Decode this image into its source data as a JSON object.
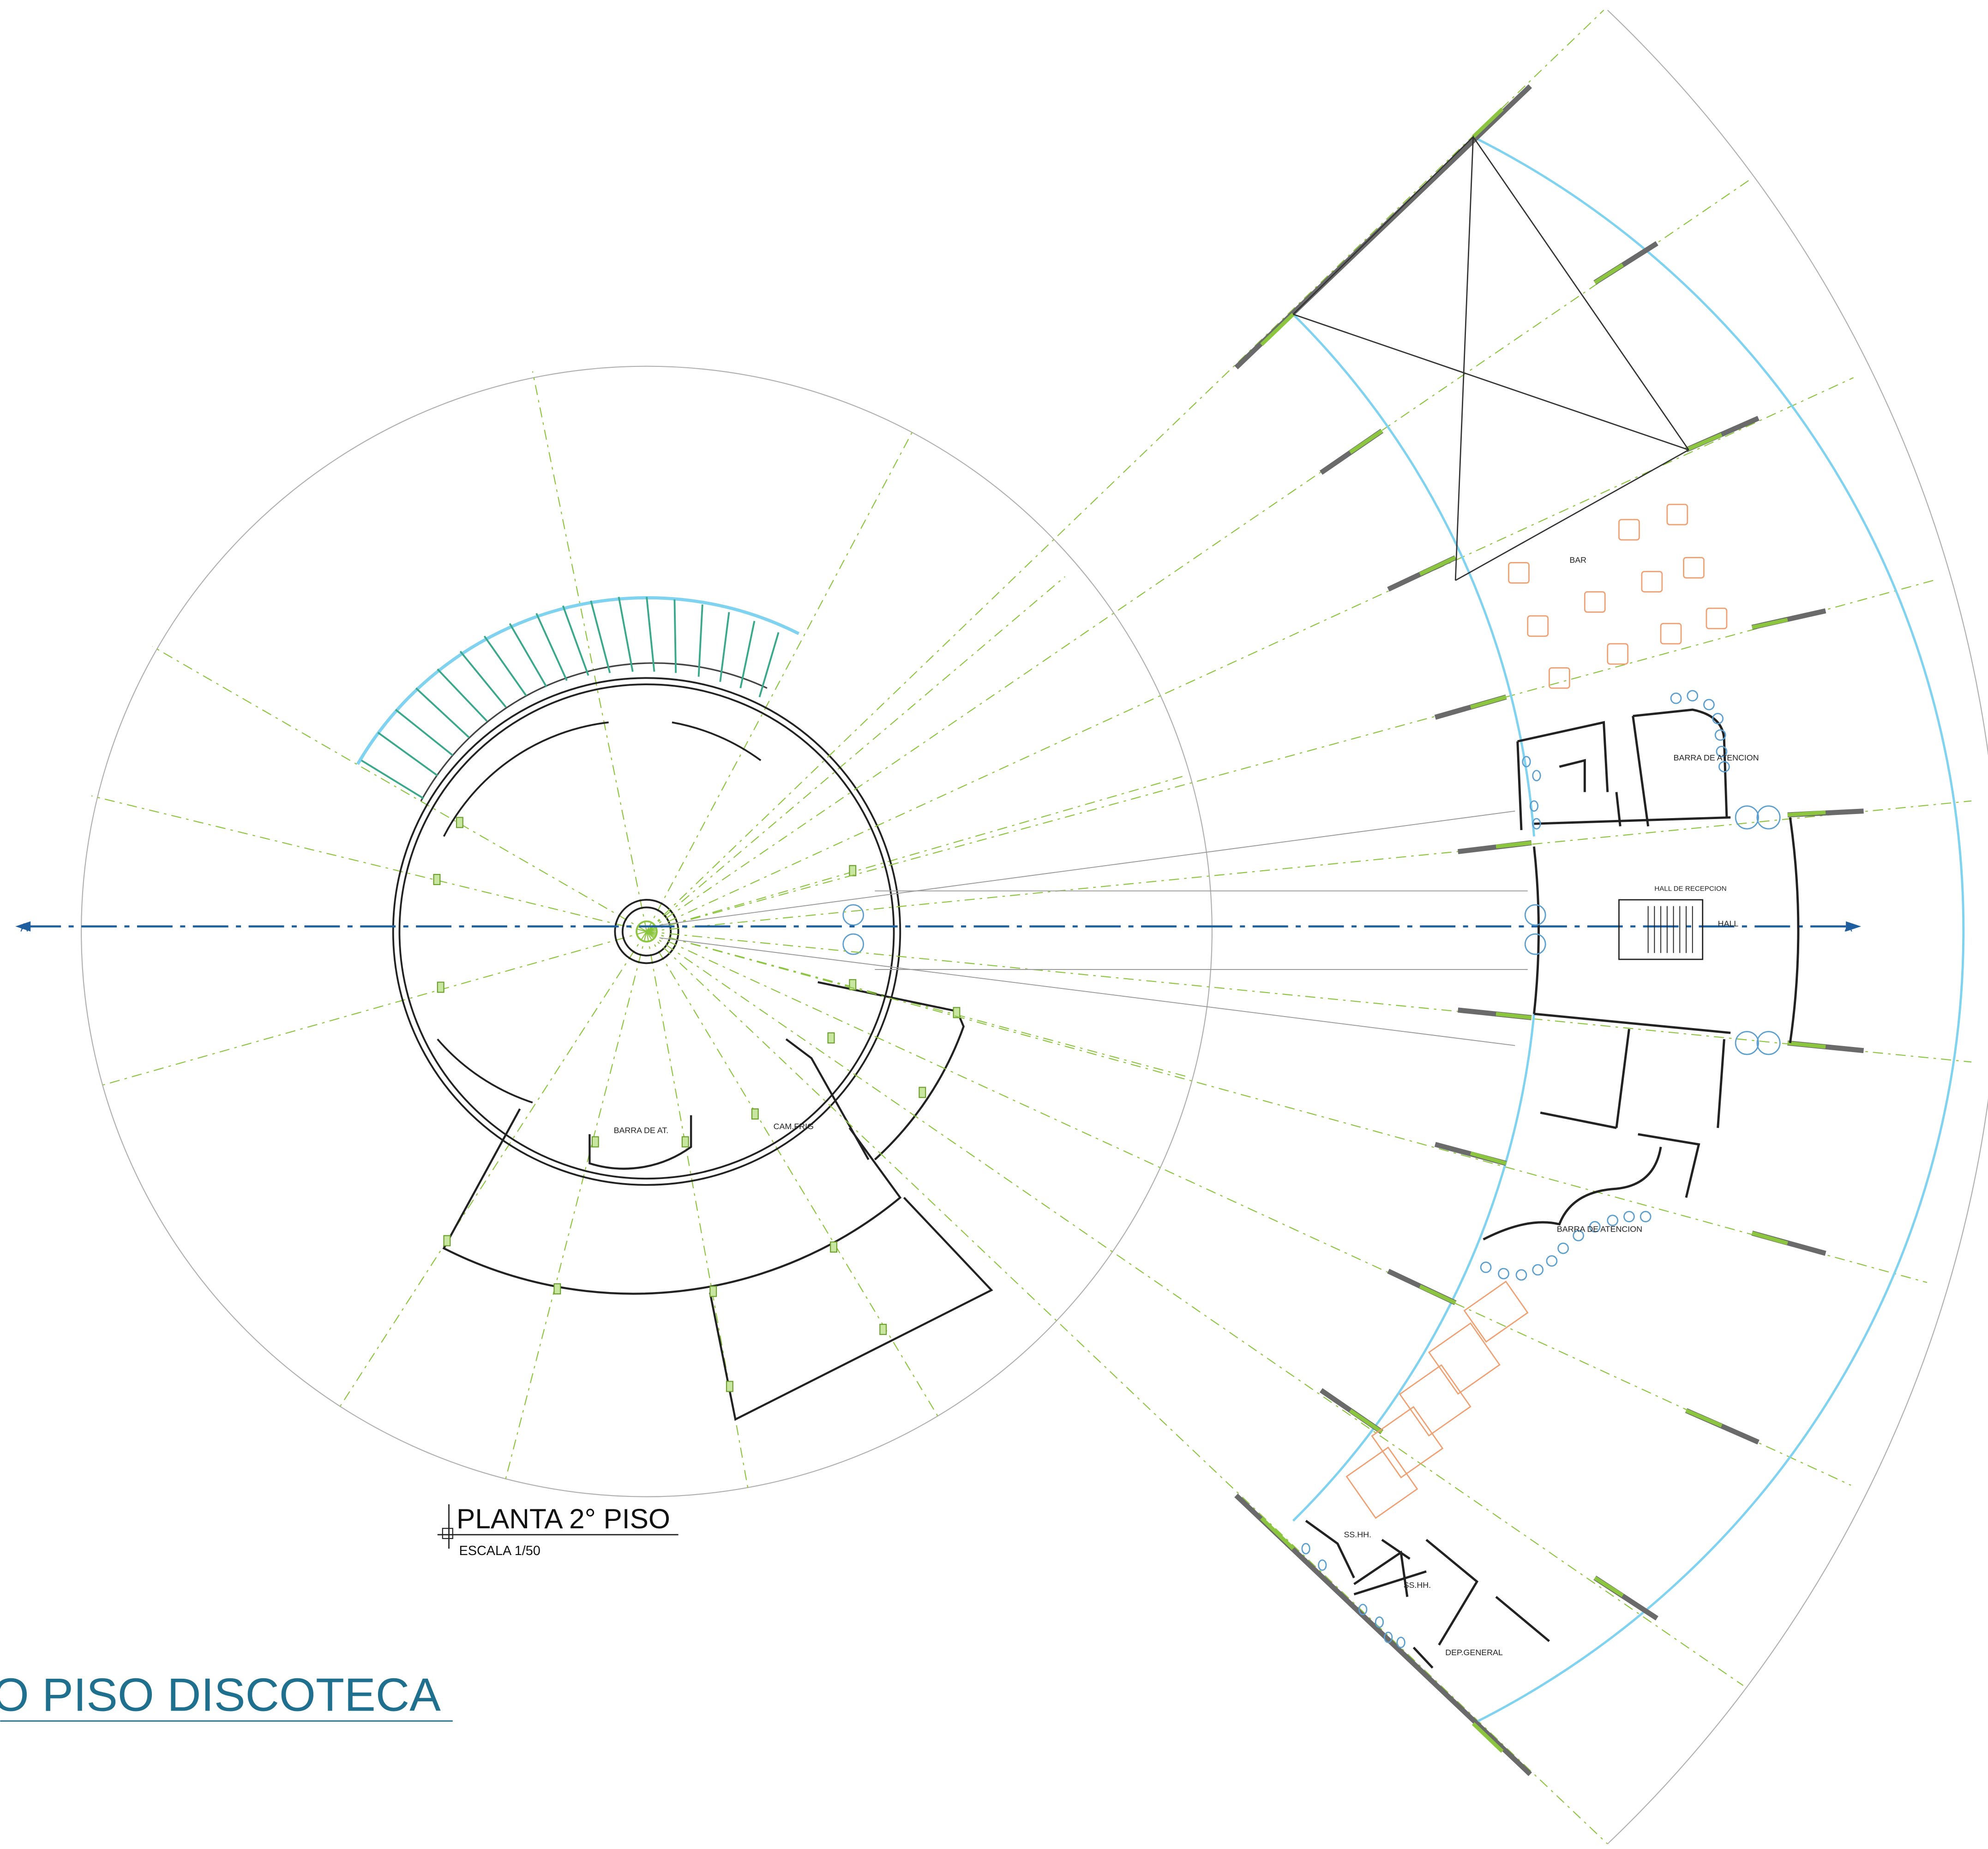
{
  "sheet": {
    "title": "O PISO DISCOTECA",
    "plan_title": "PLANTA 2° PISO",
    "plan_scale": "ESCALA 1/50",
    "section_marker": "A"
  },
  "rooms": {
    "bar": "BAR",
    "barra_atencion_1": "BARRA DE ATENCION",
    "hall_recepcion": "HALL DE RECEPCION",
    "hall": "HALL",
    "barra_atencion_2": "BARRA DE ATENCION",
    "sshh_1": "SS.HH.",
    "sshh_2": "SS.HH.",
    "dep_general": "DEP.GENERAL",
    "barra_at": "BARRA DE AT.",
    "cam_frig": "CAM.FRIG"
  },
  "colors": {
    "title": "#1f6f8f",
    "axis": "#1f5f9f",
    "grid_dashed": "#8cc63f",
    "glass": "#7fd3f0",
    "walls": "#222222",
    "columns": "#6a6a6a",
    "furniture": "#f0a070",
    "fixtures": "#5a9fd0"
  }
}
